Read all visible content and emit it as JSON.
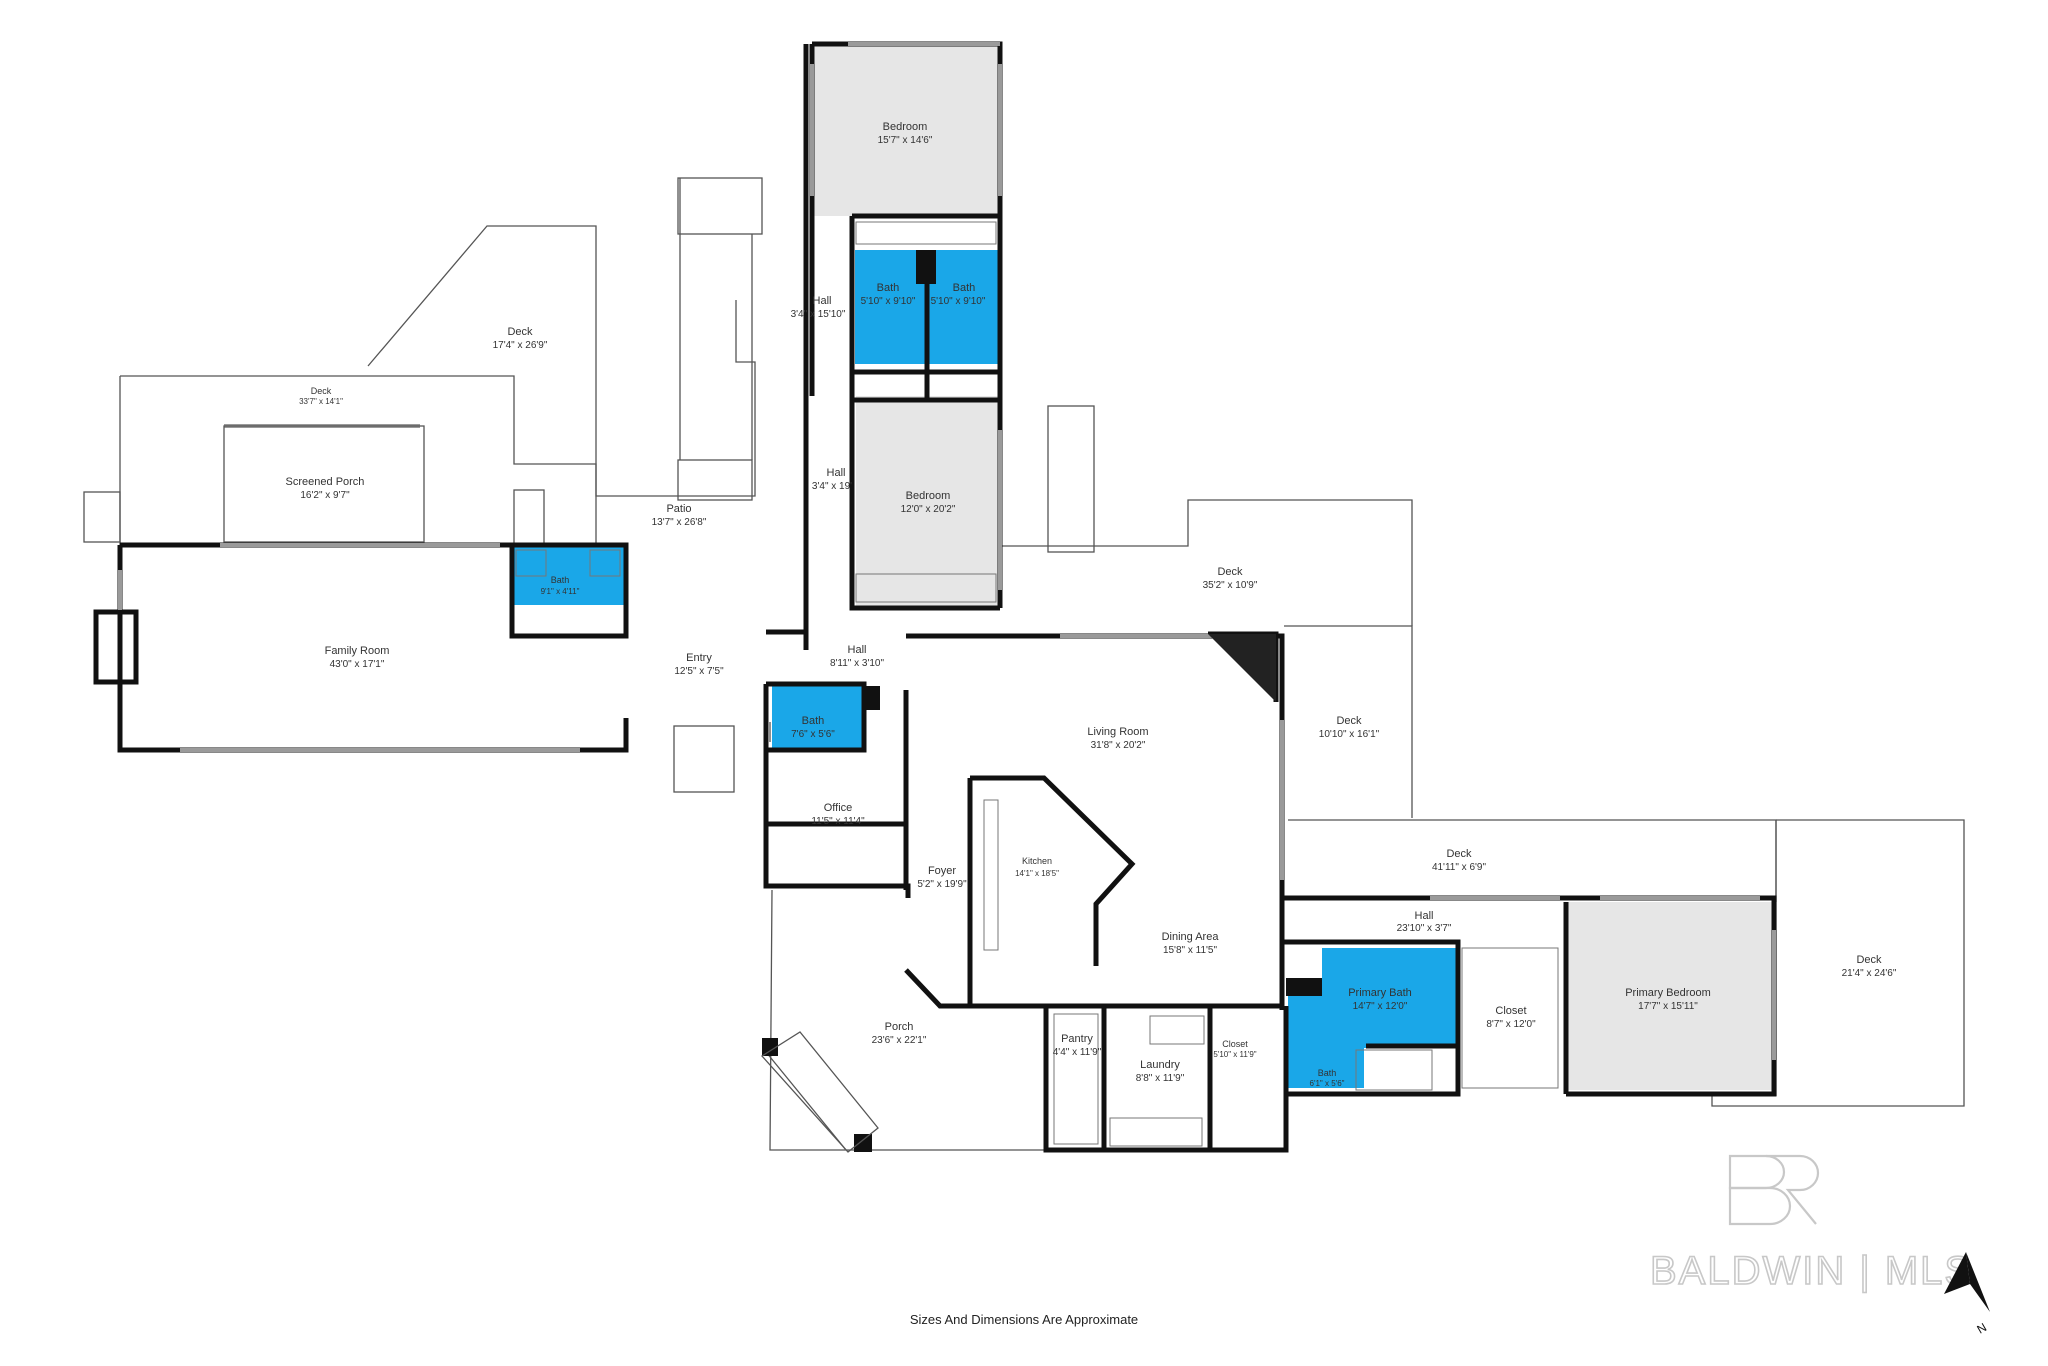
{
  "rooms": {
    "bedroom_north": {
      "name": "Bedroom",
      "dim": "15'7\" x 14'6\""
    },
    "bath_left": {
      "name": "Bath",
      "dim": "5'10\" x 9'10\""
    },
    "bath_right": {
      "name": "Bath",
      "dim": "5'10\" x 9'10\""
    },
    "hall_upper": {
      "name": "Hall",
      "dim": "3'4\" x 15'10\""
    },
    "hall_mid": {
      "name": "Hall",
      "dim": "3'4\" x 19'"
    },
    "bedroom_mid": {
      "name": "Bedroom",
      "dim": "12'0\" x 20'2\""
    },
    "deck_nw": {
      "name": "Deck",
      "dim": "17'4\" x 26'9\""
    },
    "deck_w": {
      "name": "Deck",
      "dim": "33'7\" x 14'1\""
    },
    "screened_porch": {
      "name": "Screened Porch",
      "dim": "16'2\" x 9'7\""
    },
    "patio": {
      "name": "Patio",
      "dim": "13'7\" x 26'8\""
    },
    "bath_family": {
      "name": "Bath",
      "dim": "9'1\" x 4'11\""
    },
    "family_room": {
      "name": "Family Room",
      "dim": "43'0\" x 17'1\""
    },
    "entry": {
      "name": "Entry",
      "dim": "12'5\" x 7'5\""
    },
    "hall_center": {
      "name": "Hall",
      "dim": "8'11\" x 3'10\""
    },
    "bath_center": {
      "name": "Bath",
      "dim": "7'6\" x 5'6\""
    },
    "office": {
      "name": "Office",
      "dim": "11'5\" x 11'4\""
    },
    "foyer": {
      "name": "Foyer",
      "dim": "5'2\" x 19'9\""
    },
    "kitchen": {
      "name": "Kitchen",
      "dim": "14'1\" x 18'5\""
    },
    "living_room": {
      "name": "Living Room",
      "dim": "31'8\" x 20'2\""
    },
    "dining_area": {
      "name": "Dining Area",
      "dim": "15'8\" x 11'5\""
    },
    "deck_ne": {
      "name": "Deck",
      "dim": "35'2\" x 10'9\""
    },
    "deck_e": {
      "name": "Deck",
      "dim": "10'10\" x 16'1\""
    },
    "deck_se": {
      "name": "Deck",
      "dim": "41'11\" x 6'9\""
    },
    "deck_far_e": {
      "name": "Deck",
      "dim": "21'4\" x 24'6\""
    },
    "hall_east": {
      "name": "Hall",
      "dim": "23'10\" x 3'7\""
    },
    "primary_bath": {
      "name": "Primary Bath",
      "dim": "14'7\" x 12'0\""
    },
    "bath_small": {
      "name": "Bath",
      "dim": "6'1\" x 5'6\""
    },
    "closet_primary": {
      "name": "Closet",
      "dim": "8'7\" x 12'0\""
    },
    "primary_bedroom": {
      "name": "Primary Bedroom",
      "dim": "17'7\" x 15'11\""
    },
    "porch": {
      "name": "Porch",
      "dim": "23'6\" x 22'1\""
    },
    "pantry": {
      "name": "Pantry",
      "dim": "4'4\" x 11'9\""
    },
    "laundry": {
      "name": "Laundry",
      "dim": "8'8\" x 11'9\""
    },
    "closet_laundry": {
      "name": "Closet",
      "dim": "5'10\" x 11'9\""
    }
  },
  "footer": {
    "note": "Sizes And Dimensions Are Approximate"
  },
  "watermark": {
    "brand": "BALDWIN | MLS",
    "monogram": "BR"
  },
  "compass": {
    "label": "N"
  },
  "colors": {
    "wet_room": "#1aa7e8",
    "carpet_room": "#e6e6e6",
    "wall": "#111111"
  }
}
